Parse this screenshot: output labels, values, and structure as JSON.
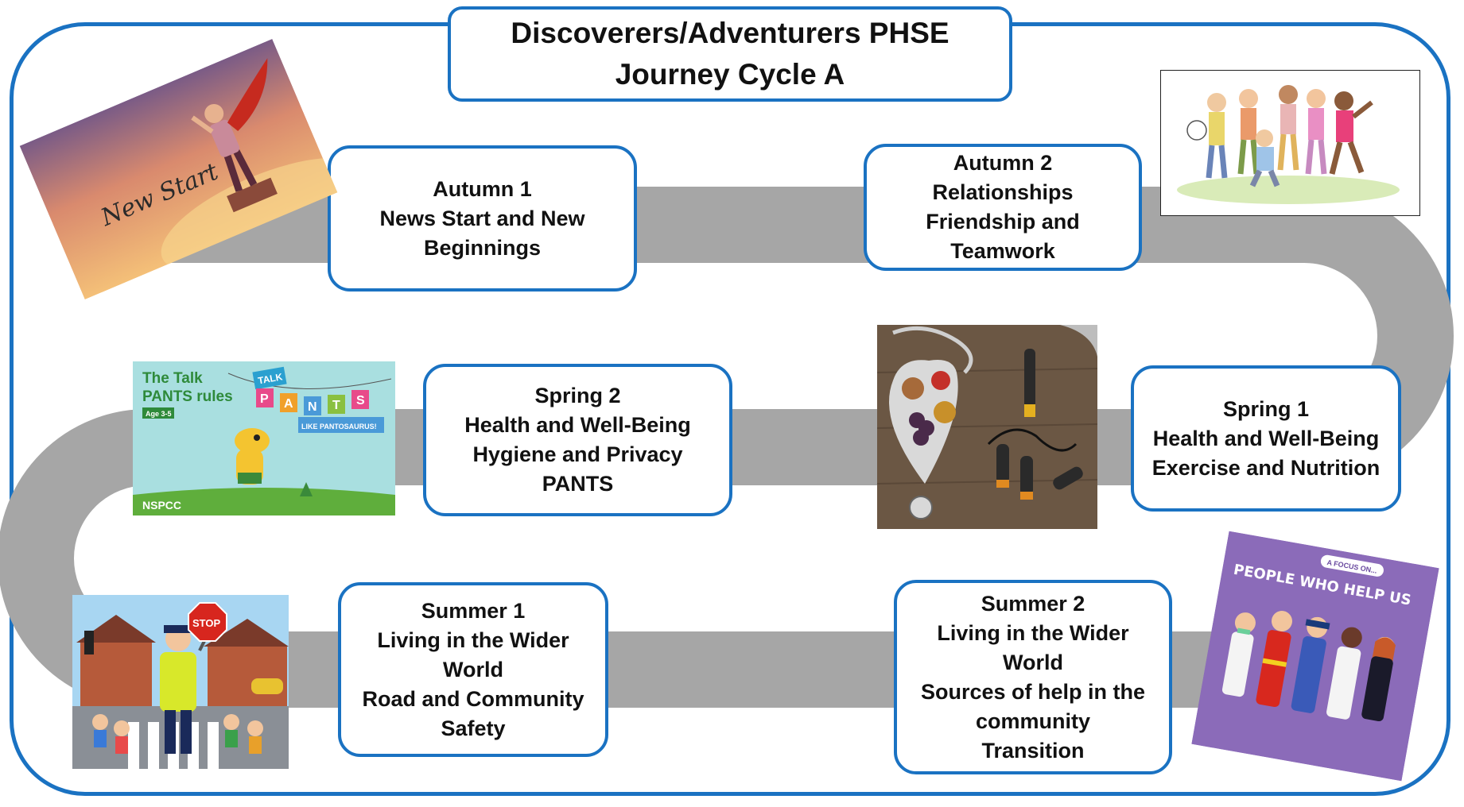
{
  "title": {
    "line1": "Discoverers/Adventurers PHSE",
    "line2": "Journey Cycle A"
  },
  "stages": {
    "autumn1": {
      "lines": [
        "Autumn 1",
        "News Start and New",
        "Beginnings"
      ]
    },
    "autumn2": {
      "lines": [
        "Autumn 2",
        "Relationships",
        "Friendship and",
        "Teamwork"
      ]
    },
    "spring1": {
      "lines": [
        "Spring 1",
        "Health and Well-Being",
        "Exercise and Nutrition"
      ]
    },
    "spring2": {
      "lines": [
        "Spring 2",
        "Health and Well-Being",
        "Hygiene and Privacy",
        "PANTS"
      ]
    },
    "summer1": {
      "lines": [
        "Summer 1",
        "Living in the Wider",
        "World",
        "Road and Community",
        "Safety"
      ]
    },
    "summer2": {
      "lines": [
        "Summer 2",
        "Living in the Wider",
        "World",
        "Sources of help in the",
        "community",
        "Transition"
      ]
    }
  },
  "images": {
    "new_start": {
      "caption": "New Start"
    },
    "pants": {
      "title_line1": "The Talk",
      "title_line2": "PANTS rules",
      "age": "Age 3-5",
      "tag1": "TALK",
      "letters": [
        "P",
        "A",
        "N",
        "T",
        "S"
      ],
      "tag2": "LIKE PANTOSAURUS!",
      "brand": "NSPCC"
    },
    "stop_sign": {
      "text": "STOP"
    },
    "people_book": {
      "series": "A FOCUS ON...",
      "title": "PEOPLE WHO HELP US"
    }
  },
  "colors": {
    "frame": "#1a72c2",
    "road": "#a6a6a6",
    "card_border": "#1a72c2"
  }
}
